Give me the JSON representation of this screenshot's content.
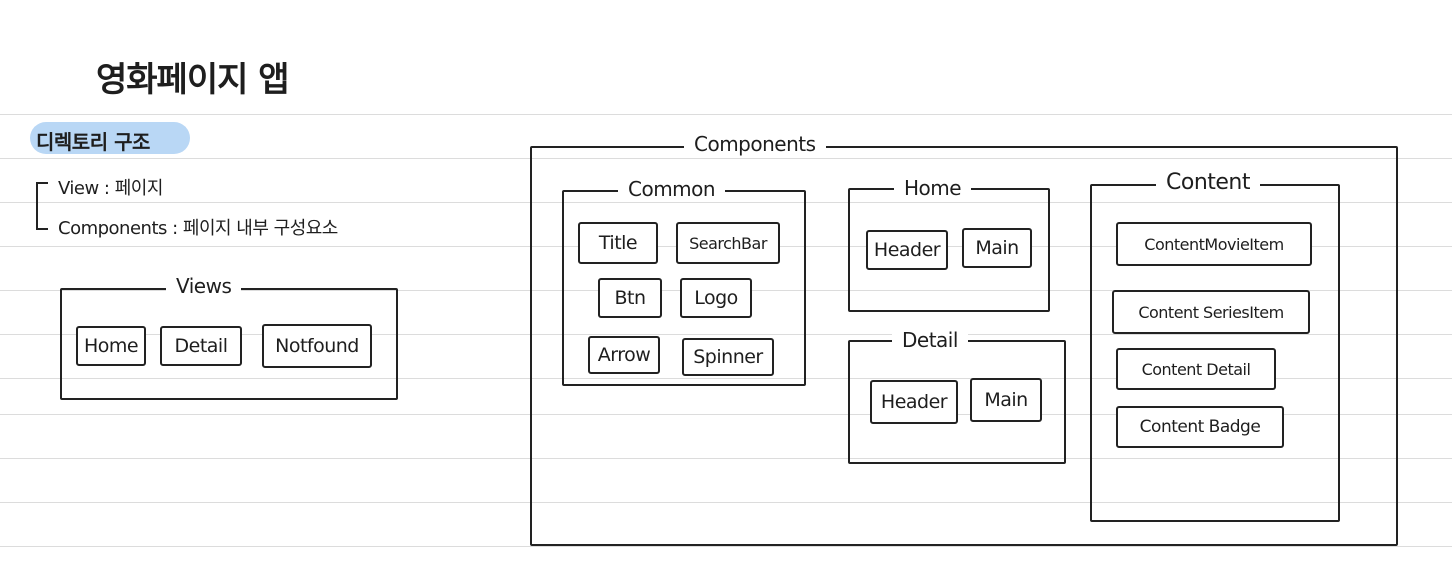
{
  "title": "영화페이지 앱",
  "section": {
    "heading": "디렉토리 구조",
    "lines": [
      "View : 페이지",
      "Components : 페이지 내부 구성요소"
    ]
  },
  "views": {
    "label": "Views",
    "items": [
      "Home",
      "Detail",
      "Notfound"
    ]
  },
  "components": {
    "label": "Components",
    "common": {
      "label": "Common",
      "items": [
        "Title",
        "SearchBar",
        "Btn",
        "Logo",
        "Arrow",
        "Spinner"
      ]
    },
    "home": {
      "label": "Home",
      "items": [
        "Header",
        "Main"
      ]
    },
    "detail": {
      "label": "Detail",
      "items": [
        "Header",
        "Main"
      ]
    },
    "content": {
      "label": "Content",
      "items": [
        "ContentMovieItem",
        "Content SeriesItem",
        "Content Detail",
        "Content Badge"
      ]
    }
  }
}
